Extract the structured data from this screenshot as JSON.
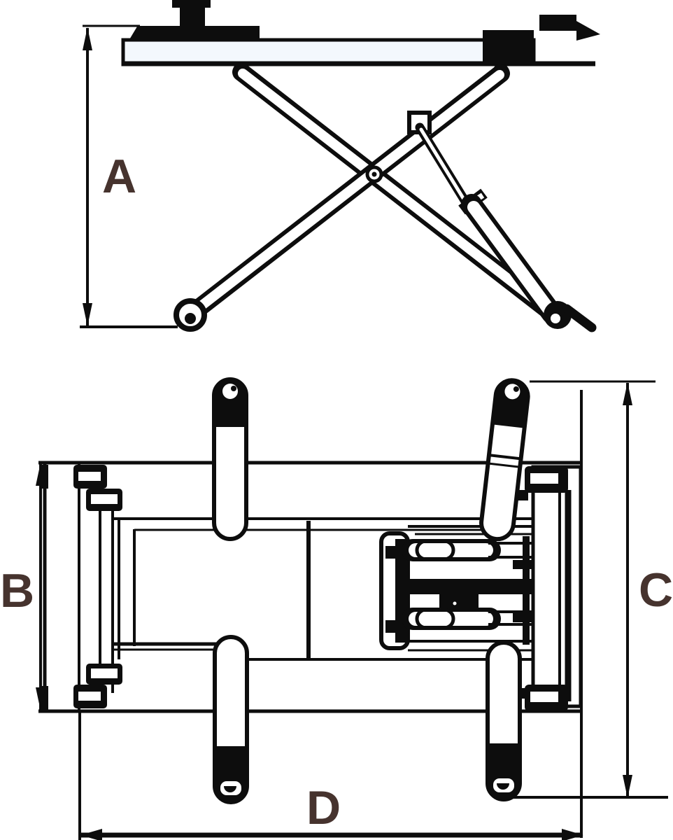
{
  "drawing": {
    "dimension_labels": {
      "a": "A",
      "b": "B",
      "c": "C",
      "d": "D"
    }
  },
  "colors": {
    "line": "#0d0d0d",
    "label": "#46332e",
    "tint": "#f3f8fd",
    "bg": "#ffffff"
  }
}
